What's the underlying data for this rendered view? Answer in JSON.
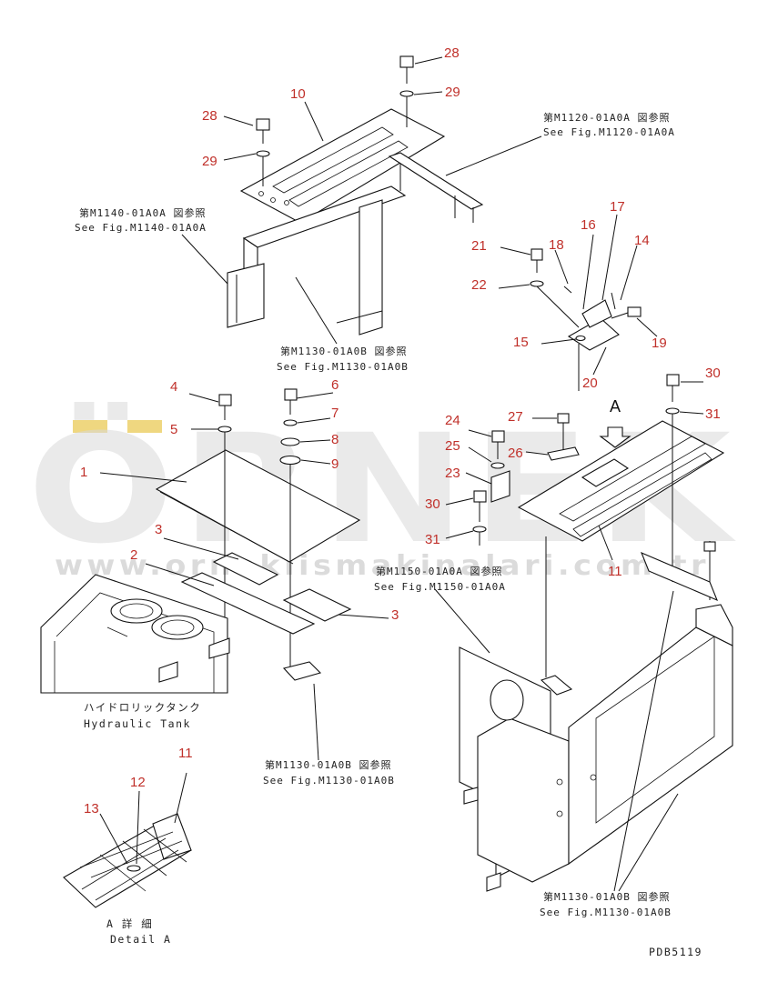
{
  "watermark": {
    "brand": "ÖRNEK",
    "url": "www.orneklismakinalari.com.tr",
    "accent": "#e8c64a"
  },
  "callouts": [
    "28",
    "29",
    "10",
    "28",
    "29",
    "21",
    "18",
    "16",
    "17",
    "14",
    "22",
    "15",
    "19",
    "20",
    "4",
    "6",
    "7",
    "5",
    "8",
    "1",
    "9",
    "3",
    "2",
    "3",
    "24",
    "27",
    "25",
    "26",
    "23",
    "30",
    "31",
    "30",
    "31",
    "11",
    "11",
    "12",
    "13"
  ],
  "references": [
    {
      "jp": "第M1120-01A0A 図参照",
      "en": "See Fig.M1120-01A0A"
    },
    {
      "jp": "第M1140-01A0A 図参照",
      "en": "See Fig.M1140-01A0A"
    },
    {
      "jp": "第M1130-01A0B 図参照",
      "en": "See Fig.M1130-01A0B"
    },
    {
      "jp": "第M1150-01A0A 図参照",
      "en": "See Fig.M1150-01A0A"
    },
    {
      "jp": "第M1130-01A0B 図参照",
      "en": "See Fig.M1130-01A0B"
    },
    {
      "jp": "第M1130-01A0B 図参照",
      "en": "See Fig.M1130-01A0B"
    }
  ],
  "labels": {
    "tank_jp": "ハイドロリックタンク",
    "tank_en": "Hydraulic Tank",
    "detail_jp": "A 詳 細",
    "detail_en": "Detail A",
    "view_letter": "A",
    "drawing_no": "PDB5119"
  }
}
